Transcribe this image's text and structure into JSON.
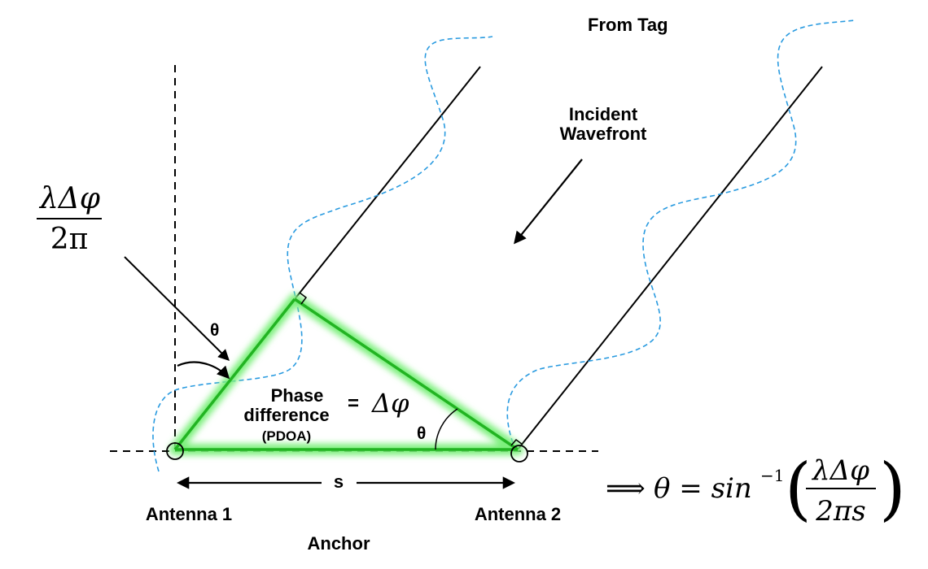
{
  "labels": {
    "from_tag": "From Tag",
    "incident_line1": "Incident",
    "incident_line2": "Wavefront",
    "theta_top": "θ",
    "theta_bottom": "θ",
    "phase_line1": "Phase",
    "phase_line2": "difference",
    "pdoa": "(PDOA)",
    "equals": "=",
    "separation": "s",
    "antenna1": "Antenna 1",
    "antenna2": "Antenna 2",
    "anchor": "Anchor"
  },
  "math": {
    "delta_phi": "Δφ",
    "path_diff_numerator": "λΔφ",
    "path_diff_denominator": "2π",
    "implies": "⟹",
    "formula_lhs": "θ = sin",
    "formula_exponent": "−1",
    "formula_numerator": "λΔφ",
    "formula_denominator": "2πs"
  },
  "colors": {
    "triangle": "#22b422",
    "triangle_glow": "#7cf07c",
    "wave": "#2a9be0",
    "line": "#000000"
  }
}
